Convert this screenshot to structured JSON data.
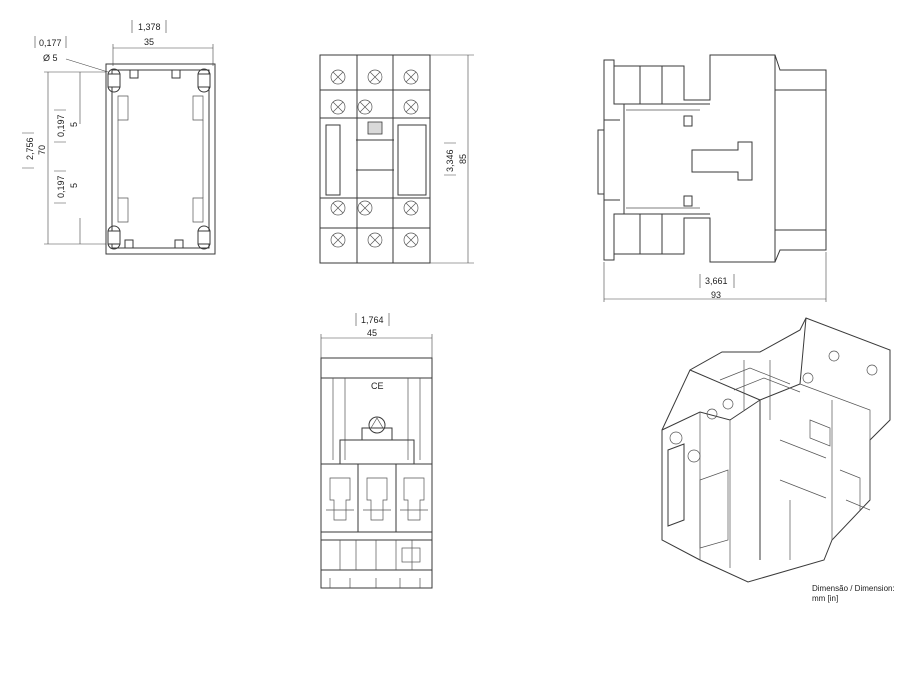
{
  "front_view": {
    "dim_width_in": "1,378",
    "dim_width_mm": "35",
    "dim_hole_in": "0,177",
    "dim_hole_mm": "Ø  5",
    "dim_height_in": "2,756",
    "dim_height_mm": "70",
    "dim_upper_in": "0,197",
    "dim_upper_mm": "5",
    "dim_lower_in": "0,197",
    "dim_lower_mm": "5"
  },
  "top_center_view": {
    "dim_height_in": "3,346",
    "dim_height_mm": "85"
  },
  "side_view": {
    "dim_depth_in": "3,661",
    "dim_depth_mm": "93"
  },
  "bottom_view": {
    "dim_width_in": "1,764",
    "dim_width_mm": "45",
    "ce_mark": "CE"
  },
  "caption": {
    "line1": "Dimensão / Dimension:",
    "line2": "mm [in]"
  }
}
